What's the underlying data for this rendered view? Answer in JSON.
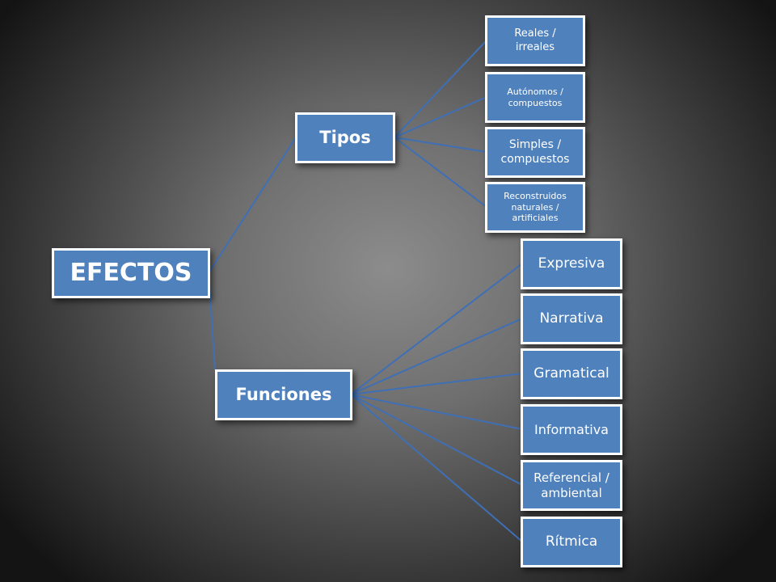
{
  "diagram": {
    "root": {
      "label": "EFECTOS"
    },
    "branches": [
      {
        "label": "Tipos",
        "children": [
          "Reales / irreales",
          "Autónomos / compuestos",
          "Simples / compuestos",
          "Reconstruidos naturales / artificiales"
        ]
      },
      {
        "label": "Funciones",
        "children": [
          "Expresiva",
          "Narrativa",
          "Gramatical",
          "Informativa",
          "Referencial / ambiental",
          "Rítmica"
        ]
      }
    ]
  },
  "colors": {
    "node_fill": "#4f81bd",
    "node_border": "#ffffff",
    "connector": "#3f6fb5"
  }
}
